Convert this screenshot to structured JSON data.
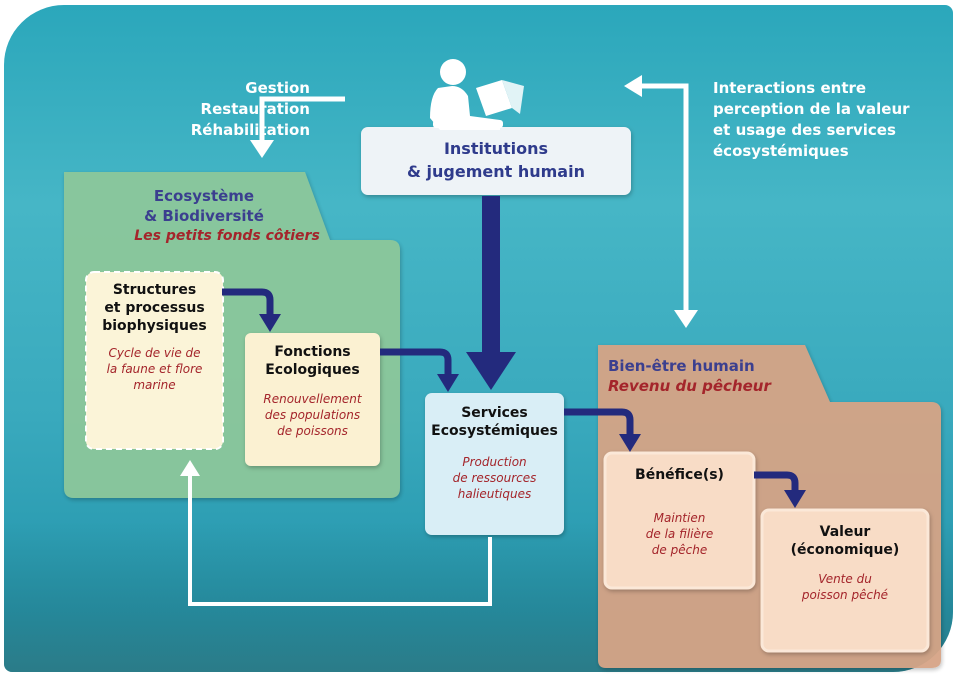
{
  "top_left_labels": [
    "Gestion",
    "Restauration",
    "Réhabilitation"
  ],
  "top_right_labels": [
    "Interactions entre",
    "perception de la valeur",
    "et usage des services",
    "écosystémiques"
  ],
  "institutions": {
    "line1": "Institutions",
    "line2": "& jugement humain"
  },
  "ecosystem": {
    "title1": "Ecosystème",
    "title2": "& Biodiversité",
    "subtitle": "Les petits fonds côtiers"
  },
  "structures": {
    "title": [
      "Structures",
      "et processus",
      "biophysiques"
    ],
    "detail": [
      "Cycle de vie de",
      "la faune et flore",
      "marine"
    ]
  },
  "fonctions": {
    "title": [
      "Fonctions",
      "Ecologiques"
    ],
    "detail": [
      "Renouvellement",
      "des populations",
      "de poissons"
    ]
  },
  "services": {
    "title": [
      "Services",
      "Ecosystémiques"
    ],
    "detail": [
      "Production",
      "de ressources",
      "halieutiques"
    ]
  },
  "wellbeing": {
    "title": "Bien-être humain",
    "subtitle": "Revenu du pêcheur"
  },
  "benefice": {
    "title": "Bénéfice(s)",
    "detail": [
      "Maintien",
      "de la filière",
      "de pêche"
    ]
  },
  "valeur": {
    "title": [
      "Valeur",
      "(économique)"
    ],
    "detail": [
      "Vente du",
      "poisson pêché"
    ]
  },
  "colors": {
    "background": "#37aec0",
    "ecosystem_folder": "#8ec89a",
    "wellbeing_folder": "#d6a486",
    "dark_arrow": "#232a7d",
    "title_blue": "#3b3f8f",
    "italic_red": "#a4252b"
  },
  "icons": [
    "person-reading-icon"
  ]
}
